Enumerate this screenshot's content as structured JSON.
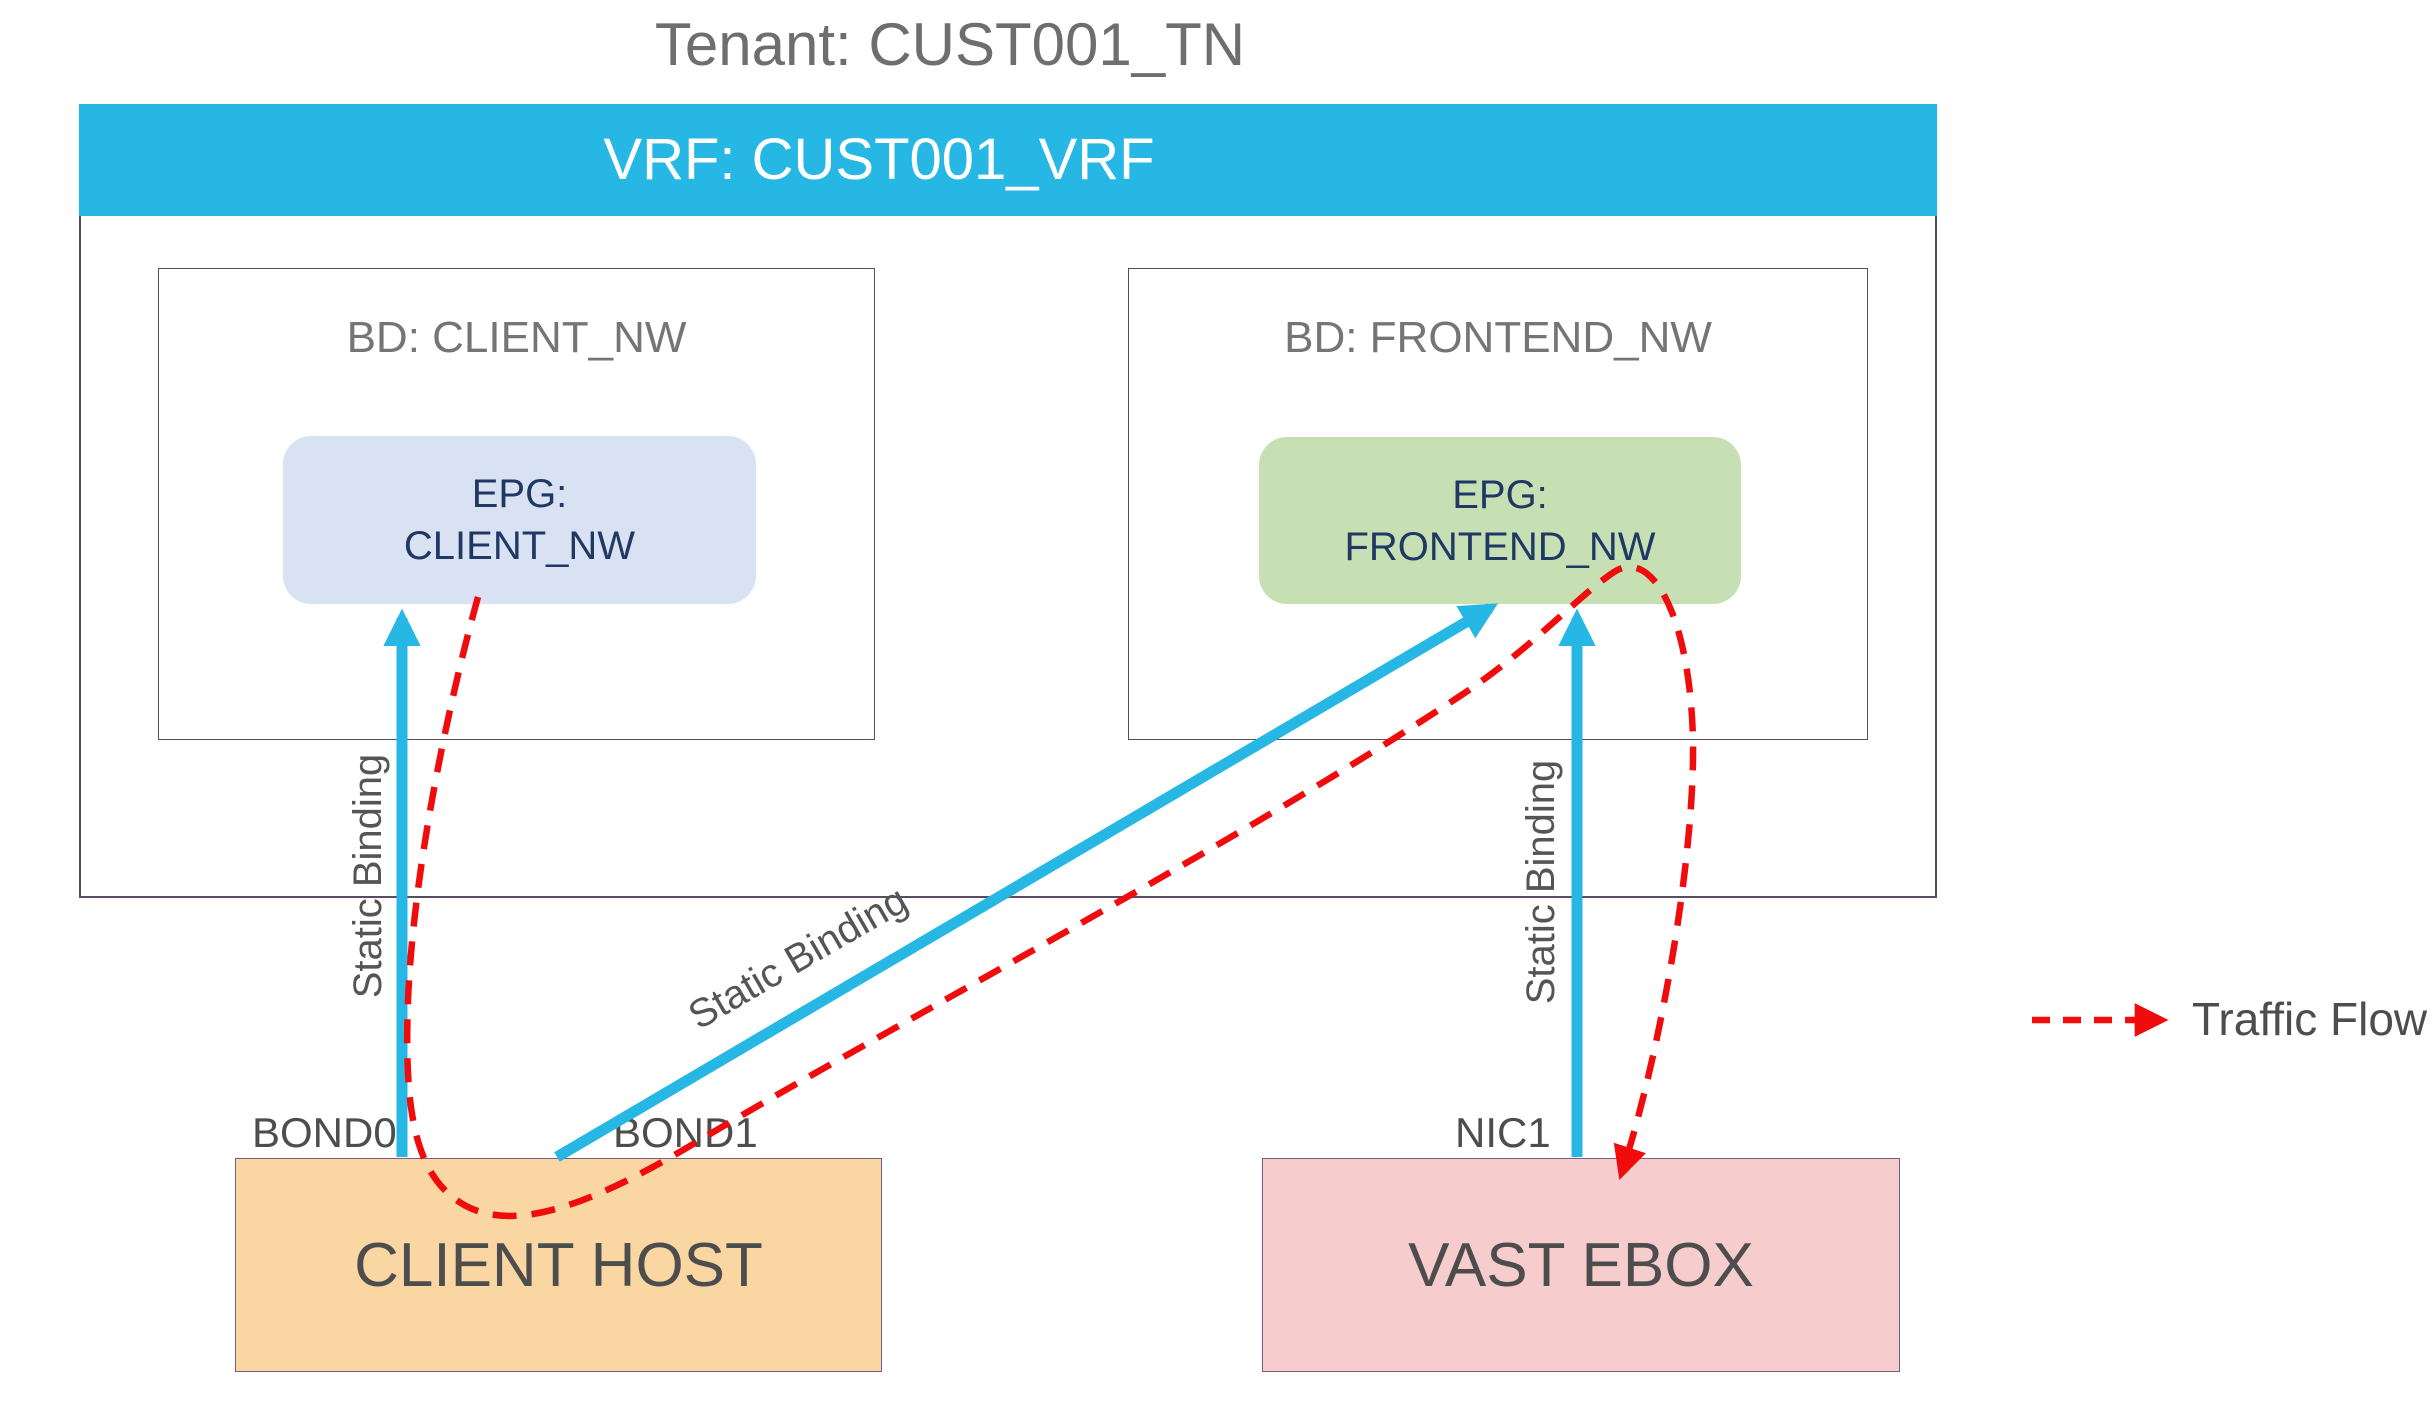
{
  "title": "Tenant: CUST001_TN",
  "vrf": {
    "label": "VRF: CUST001_VRF"
  },
  "bridge_domains": [
    {
      "label": "BD: CLIENT_NW",
      "epg": {
        "line1": "EPG:",
        "line2": "CLIENT_NW"
      }
    },
    {
      "label": "BD: FRONTEND_NW",
      "epg": {
        "line1": "EPG:",
        "line2": "FRONTEND_NW"
      }
    }
  ],
  "hosts": [
    {
      "name": "CLIENT HOST",
      "ports": [
        "BOND0",
        "BOND1"
      ]
    },
    {
      "name": "VAST EBOX",
      "ports": [
        "NIC1"
      ]
    }
  ],
  "binding_labels": [
    "Static Binding",
    "Static Binding",
    "Static Binding"
  ],
  "legend": {
    "label": "Traffic Flow"
  },
  "colors": {
    "accent_cyan": "#27B7E5",
    "traffic_red": "#F00C0C",
    "epg_client_fill": "#D9E2F2",
    "epg_frontend_fill": "#C6E0B4",
    "client_host_fill": "#FAD7A2",
    "vast_ebox_fill": "#F7CCCC",
    "box_border": "#5A4B63",
    "text_gray": "#6E6E6E",
    "text_navy": "#1F3864",
    "text_dark": "#4D4D4D"
  }
}
